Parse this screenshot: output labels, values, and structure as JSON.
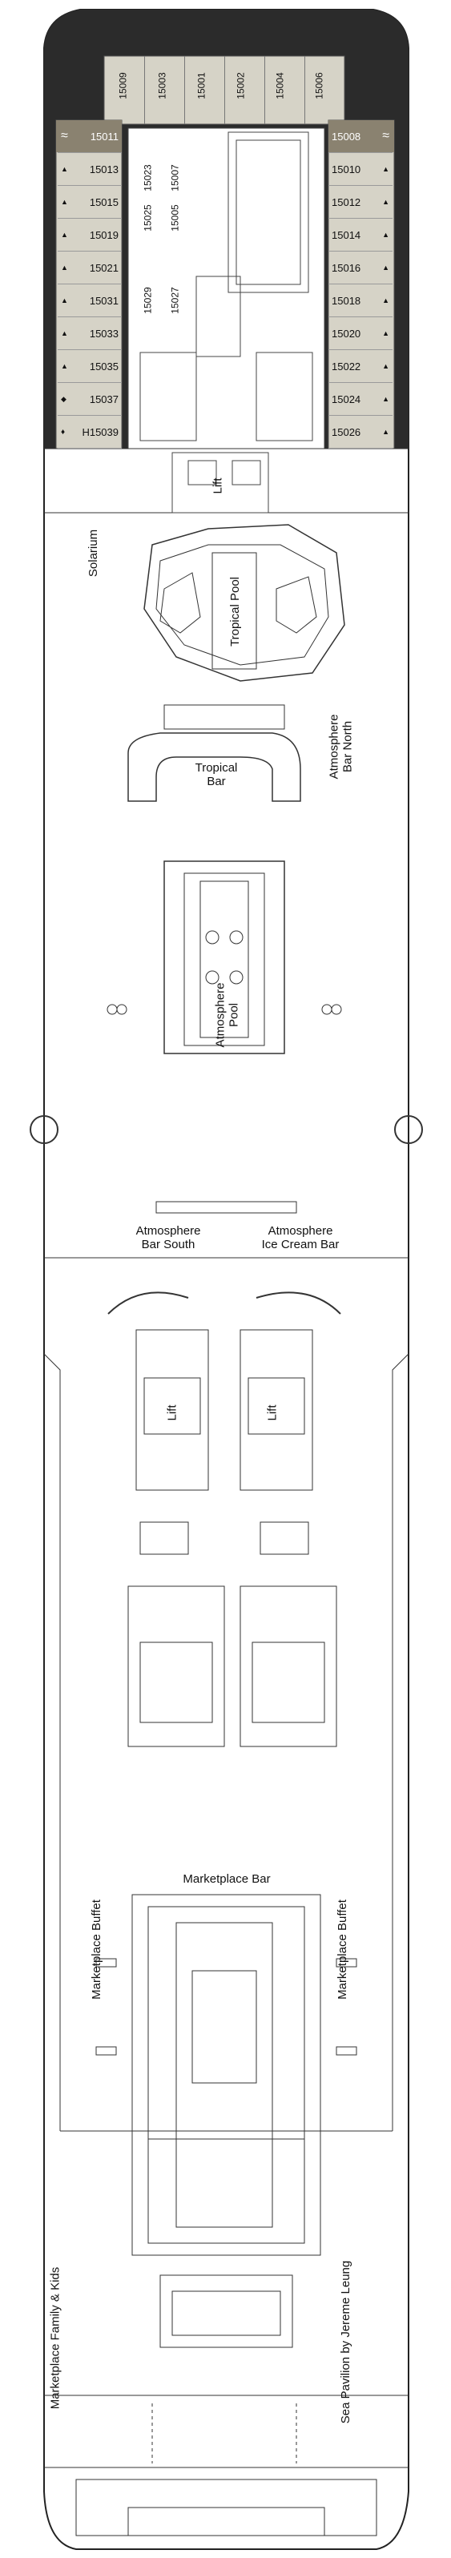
{
  "colors": {
    "hull": "#222222",
    "cabin_fill": "#d6d3c7",
    "suite_fill": "#8a8270",
    "line": "#333333",
    "text": "#111111"
  },
  "forward_cabins": [
    "15009",
    "15003",
    "15001",
    "15002",
    "15004",
    "15006"
  ],
  "center_cabins_left": [
    "15023",
    "15025"
  ],
  "center_cabins_right": [
    "15007",
    "15005"
  ],
  "center_cabins_lower_left": [
    "15029"
  ],
  "center_cabins_lower_right": [
    "15027"
  ],
  "port_cabins": [
    "15011",
    "15013",
    "15015",
    "15019",
    "15021",
    "15031",
    "15033",
    "15035",
    "15037",
    "H15039"
  ],
  "starboard_cabins": [
    "15008",
    "15010",
    "15012",
    "15014",
    "15016",
    "15018",
    "15020",
    "15022",
    "15024",
    "15026"
  ],
  "icons": {
    "suite": "suite-wave-icon",
    "accessible": "accessible-icon",
    "triangle": "bed-triangle-icon"
  },
  "labels": {
    "lift_forward": "Lift",
    "solarium": "Solarium",
    "tropical_pool": "Tropical Pool",
    "tropical_bar": "Tropical\nBar",
    "atmosphere_bar_north": "Atmosphere\nBar North",
    "atmosphere_pool": "Atmosphere\nPool",
    "atmosphere_bar_south": "Atmosphere\nBar South",
    "atmosphere_ice_cream_bar": "Atmosphere\nIce Cream Bar",
    "lift_aft_left": "Lift",
    "lift_aft_right": "Lift",
    "marketplace_bar": "Marketplace Bar",
    "marketplace_buffet_left": "Marketplace Buffet",
    "marketplace_buffet_right": "Marketplace Buffet",
    "marketplace_family_kids": "Marketplace Family & Kids",
    "sea_pavilion": "Sea Pavilion by Jereme Leung"
  }
}
